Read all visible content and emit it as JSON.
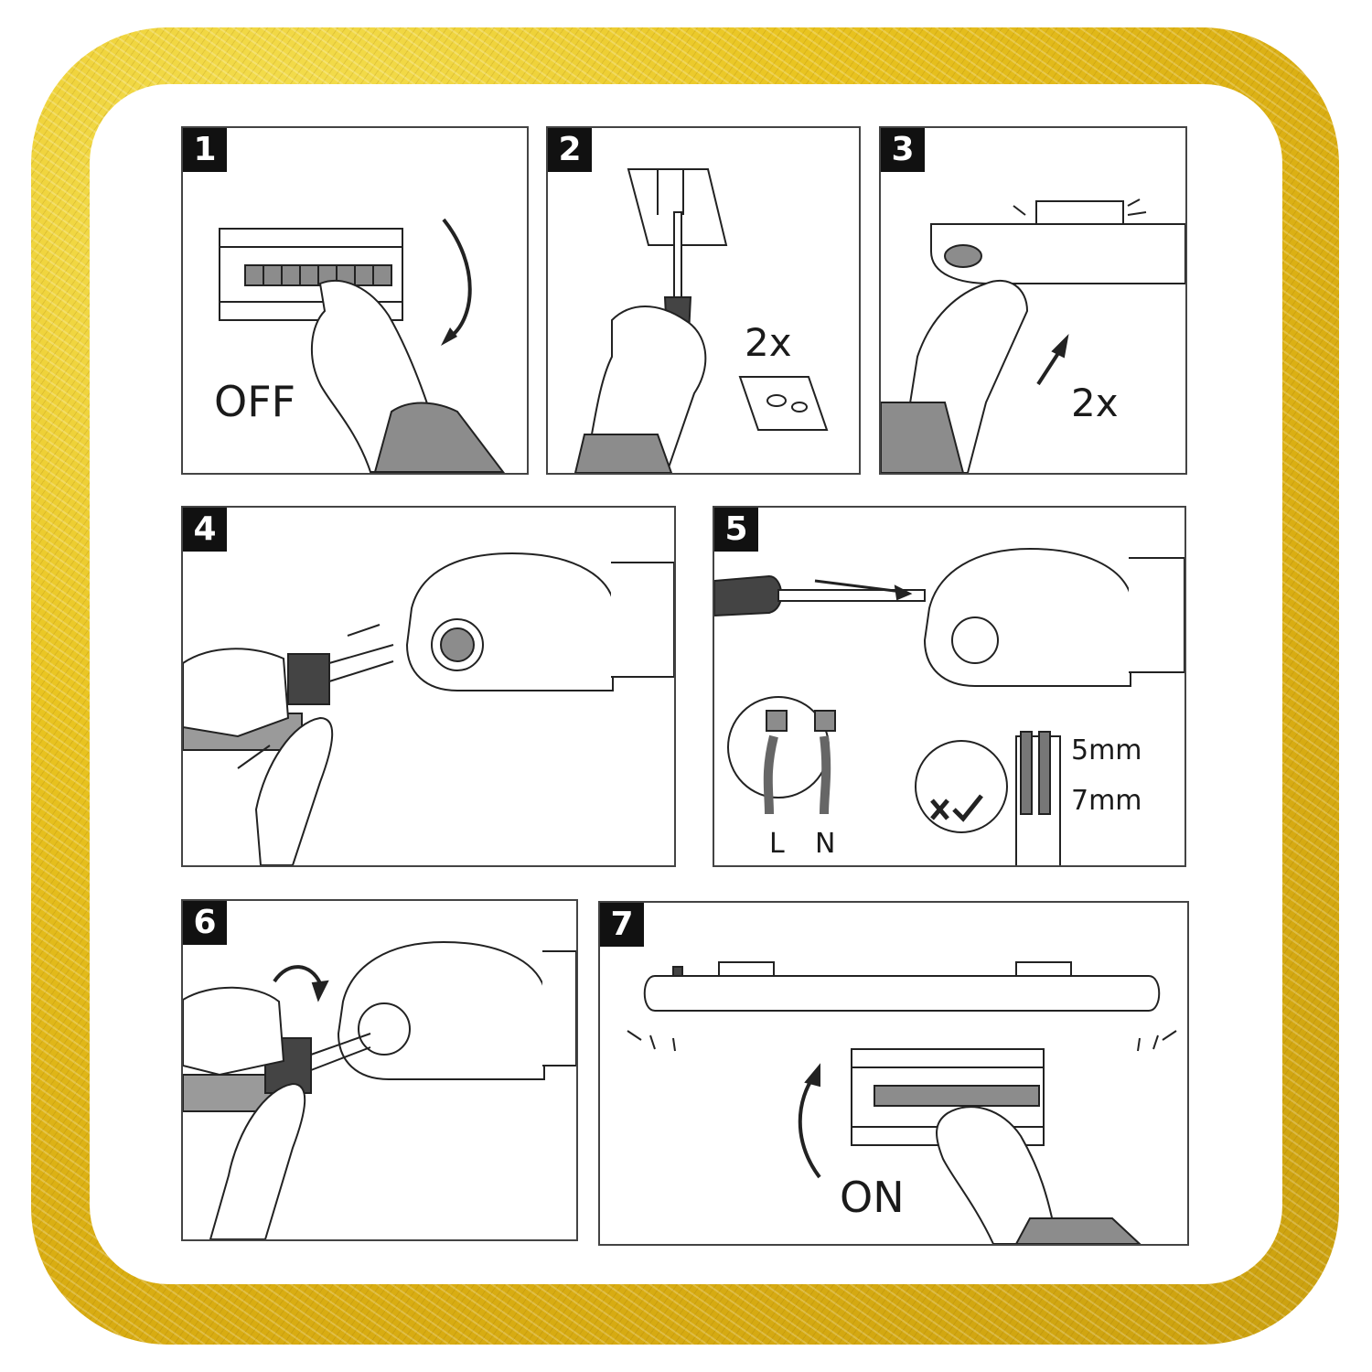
{
  "steps": [
    {
      "number": "1",
      "text": "OFF"
    },
    {
      "number": "2",
      "text": "2x"
    },
    {
      "number": "3",
      "text": "2x"
    },
    {
      "number": "4"
    },
    {
      "number": "5",
      "terminal_labels": [
        "L",
        "N"
      ],
      "strip_lengths": [
        "5mm",
        "7mm"
      ]
    },
    {
      "number": "6"
    },
    {
      "number": "7",
      "text": "ON"
    }
  ],
  "colors": {
    "frame_gold": "#e3bb1c",
    "ink": "#1a1a1a",
    "fill_gray": "#8c8c8c",
    "sleeve_gray": "#9a9a9a"
  }
}
